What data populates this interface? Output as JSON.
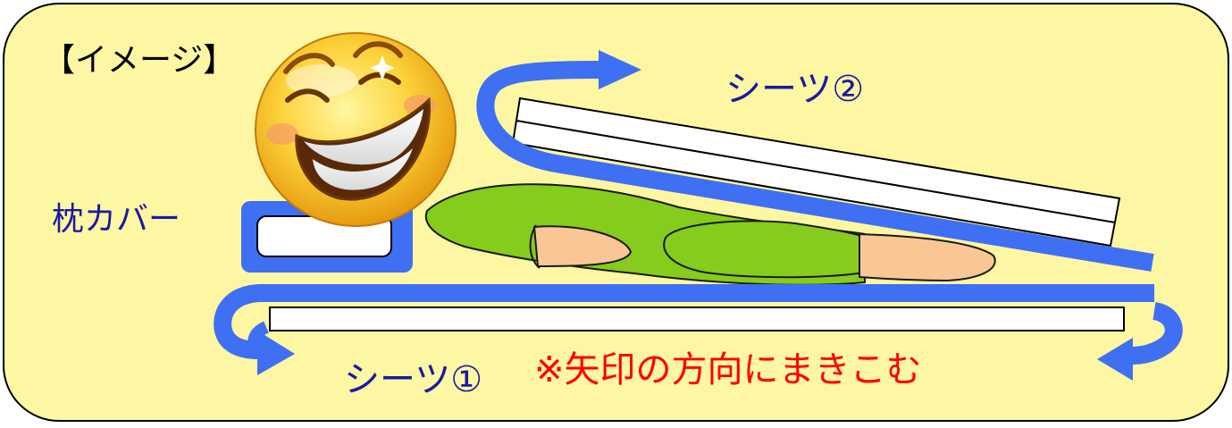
{
  "title": "【イメージ】",
  "labels": {
    "pillow_cover": "枕カバー",
    "sheet2": "シーツ②",
    "sheet1": "シーツ①",
    "note": "※矢印の方向にまきこむ"
  },
  "icons": {
    "face": "laughing-face-icon",
    "arrow_top": "arrow-right-icon",
    "arrow_left": "arrow-down-right-icon",
    "arrow_right": "arrow-down-left-icon"
  },
  "colors": {
    "background": "#fdf6a3",
    "border": "#000000",
    "arrow": "#3f6ff2",
    "sheet": "#ffffff",
    "clothes": "#86cc1c",
    "skin": "#f9c795",
    "label_text": "#1a1aa0",
    "note_text": "#ff0000"
  }
}
